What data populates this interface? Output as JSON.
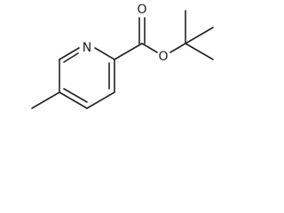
{
  "structure": {
    "atoms": {
      "nitrogen": "N",
      "ester_oxygen": "O",
      "carbonyl_oxygen": "O"
    },
    "colors": {
      "ink": "#222222",
      "background": "#ffffff"
    }
  }
}
